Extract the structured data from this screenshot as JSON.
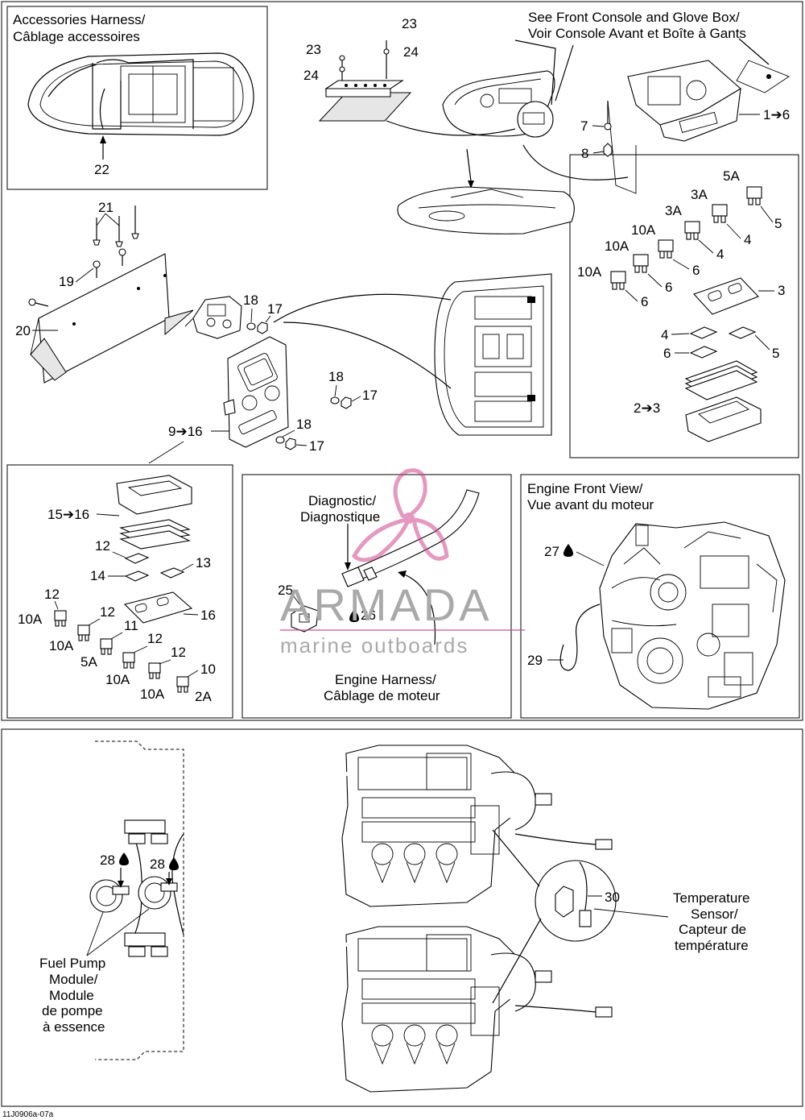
{
  "boxes": {
    "accessories": {
      "title_en": "Accessories Harness/",
      "title_fr": "Câblage accessoires"
    },
    "console": {
      "title_en": "See Front Console and Glove Box/",
      "title_fr": "Voir Console Avant et Boîte à Gants"
    },
    "diag": {
      "diag_en": "Diagnostic/",
      "diag_fr": "Diagnostique",
      "harness_en": "Engine Harness/",
      "harness_fr": "Câblage de moteur"
    },
    "engine_front": {
      "title_en": "Engine Front View/",
      "title_fr": "Vue avant du moteur"
    },
    "bottom": {
      "temp_1": "Temperature",
      "temp_2": "Sensor/",
      "temp_3": "Capteur de",
      "temp_4": "température",
      "pump_1": "Fuel Pump",
      "pump_2": "Module/",
      "pump_3": "Module",
      "pump_4": "de pompe",
      "pump_5": "à essence"
    }
  },
  "callouts": {
    "c22": "22",
    "c23a": "23",
    "c23b": "23",
    "c24a": "24",
    "c24b": "24",
    "c1_6": "1➔6",
    "c7": "7",
    "c8": "8",
    "c5a": "5A",
    "c3a_1": "3A",
    "c3a_2": "3A",
    "c10a_1": "10A",
    "c10a_2": "10A",
    "c10a_3": "10A",
    "c5_1": "5",
    "c4_1": "4",
    "c4_2": "4",
    "c6_1": "6",
    "c6_2": "6",
    "c6_3": "6",
    "c3": "3",
    "c4_3": "4",
    "c5_2": "5",
    "c6_4": "6",
    "c2_3": "2➔3",
    "c21": "21",
    "c19": "19",
    "c20": "20",
    "c18a": "18",
    "c17a": "17",
    "c18b": "18",
    "c17b": "17",
    "c18c": "18",
    "c17c": "17",
    "c9_16": "9➔16",
    "c15_16": "15➔16",
    "c12a": "12",
    "c13": "13",
    "c14": "14",
    "c12b": "12",
    "c16": "16",
    "c10a_4": "10A",
    "c12c": "12",
    "c10a_5": "10A",
    "c11": "11",
    "c5a_2": "5A",
    "c12d": "12",
    "c12e": "12",
    "c10a_6": "10A",
    "c10": "10",
    "c10a_7": "10A",
    "c2a": "2A",
    "c25": "25",
    "c26": "26",
    "c27": "27",
    "c29": "29",
    "c28a": "28",
    "c28b": "28",
    "c30": "30"
  },
  "watermark": {
    "brand": "ARMADA",
    "tagline": "marine outboards"
  },
  "footer": {
    "code": "11J0906a-07a"
  }
}
